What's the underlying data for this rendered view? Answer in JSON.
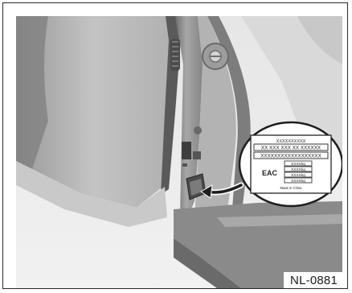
{
  "figure": {
    "code": "NL-0881",
    "plate": {
      "header": "XXXXXXXXXX",
      "line1": "XX XXX XXX XX XXXXXX",
      "line2": "XXXXXXXXXXXXXXXXXX",
      "mark": "EAC",
      "weights": [
        "XXXXkg",
        "XXXXkg",
        "XXXXkg",
        "XXXXkg"
      ],
      "footer": "Made in China"
    }
  }
}
